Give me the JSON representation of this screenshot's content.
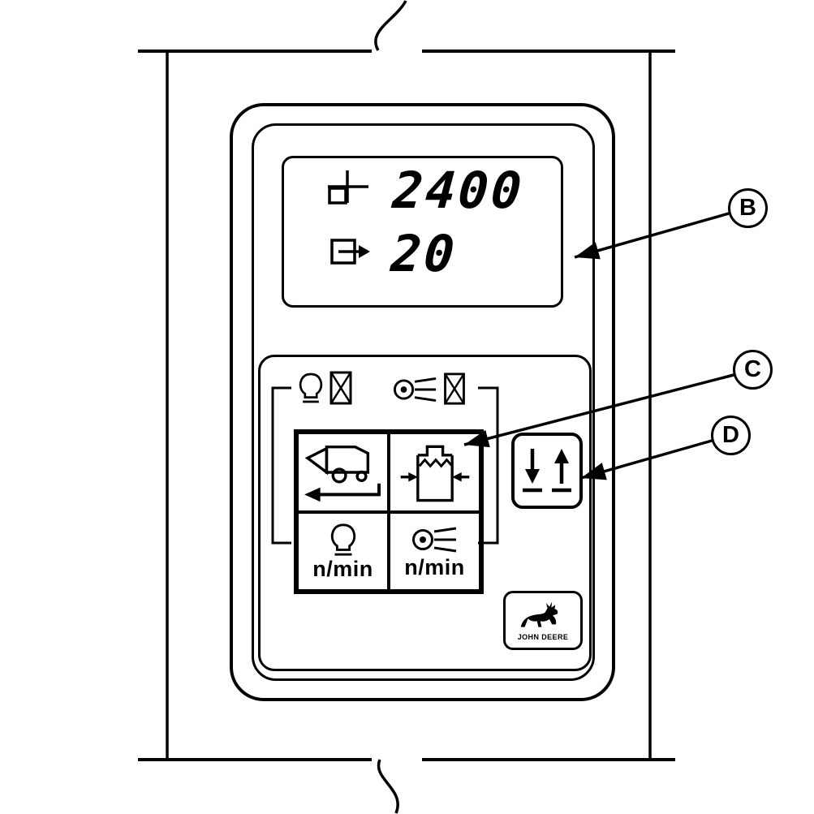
{
  "display": {
    "rows": [
      {
        "icon": "area-counter-icon",
        "value": "2400"
      },
      {
        "icon": "partial-width-arrow-icon",
        "value": "20"
      }
    ]
  },
  "control_panel": {
    "status_icons": [
      {
        "icon": "beacon-hourglass-icon"
      },
      {
        "icon": "fan-hourglass-icon"
      }
    ],
    "button_grid": {
      "buttons": [
        {
          "id": "header-width-button",
          "icon": "combine-header-arrow-icon",
          "label": ""
        },
        {
          "id": "grain-tank-button",
          "icon": "grain-tank-icon",
          "label": ""
        },
        {
          "id": "beacon-speed-button",
          "icon": "beacon-icon",
          "label": "n/min"
        },
        {
          "id": "fan-speed-button",
          "icon": "fan-icon",
          "label": "n/min"
        }
      ]
    },
    "raise_lower_button": {
      "icon": "down-up-arrows-icon"
    },
    "brand": {
      "icon": "john-deere-deer-logo",
      "text": "JOHN DEERE"
    }
  },
  "callouts": [
    {
      "letter": "B"
    },
    {
      "letter": "C"
    },
    {
      "letter": "D"
    }
  ],
  "colors": {
    "line": "#000000",
    "background": "#ffffff"
  }
}
